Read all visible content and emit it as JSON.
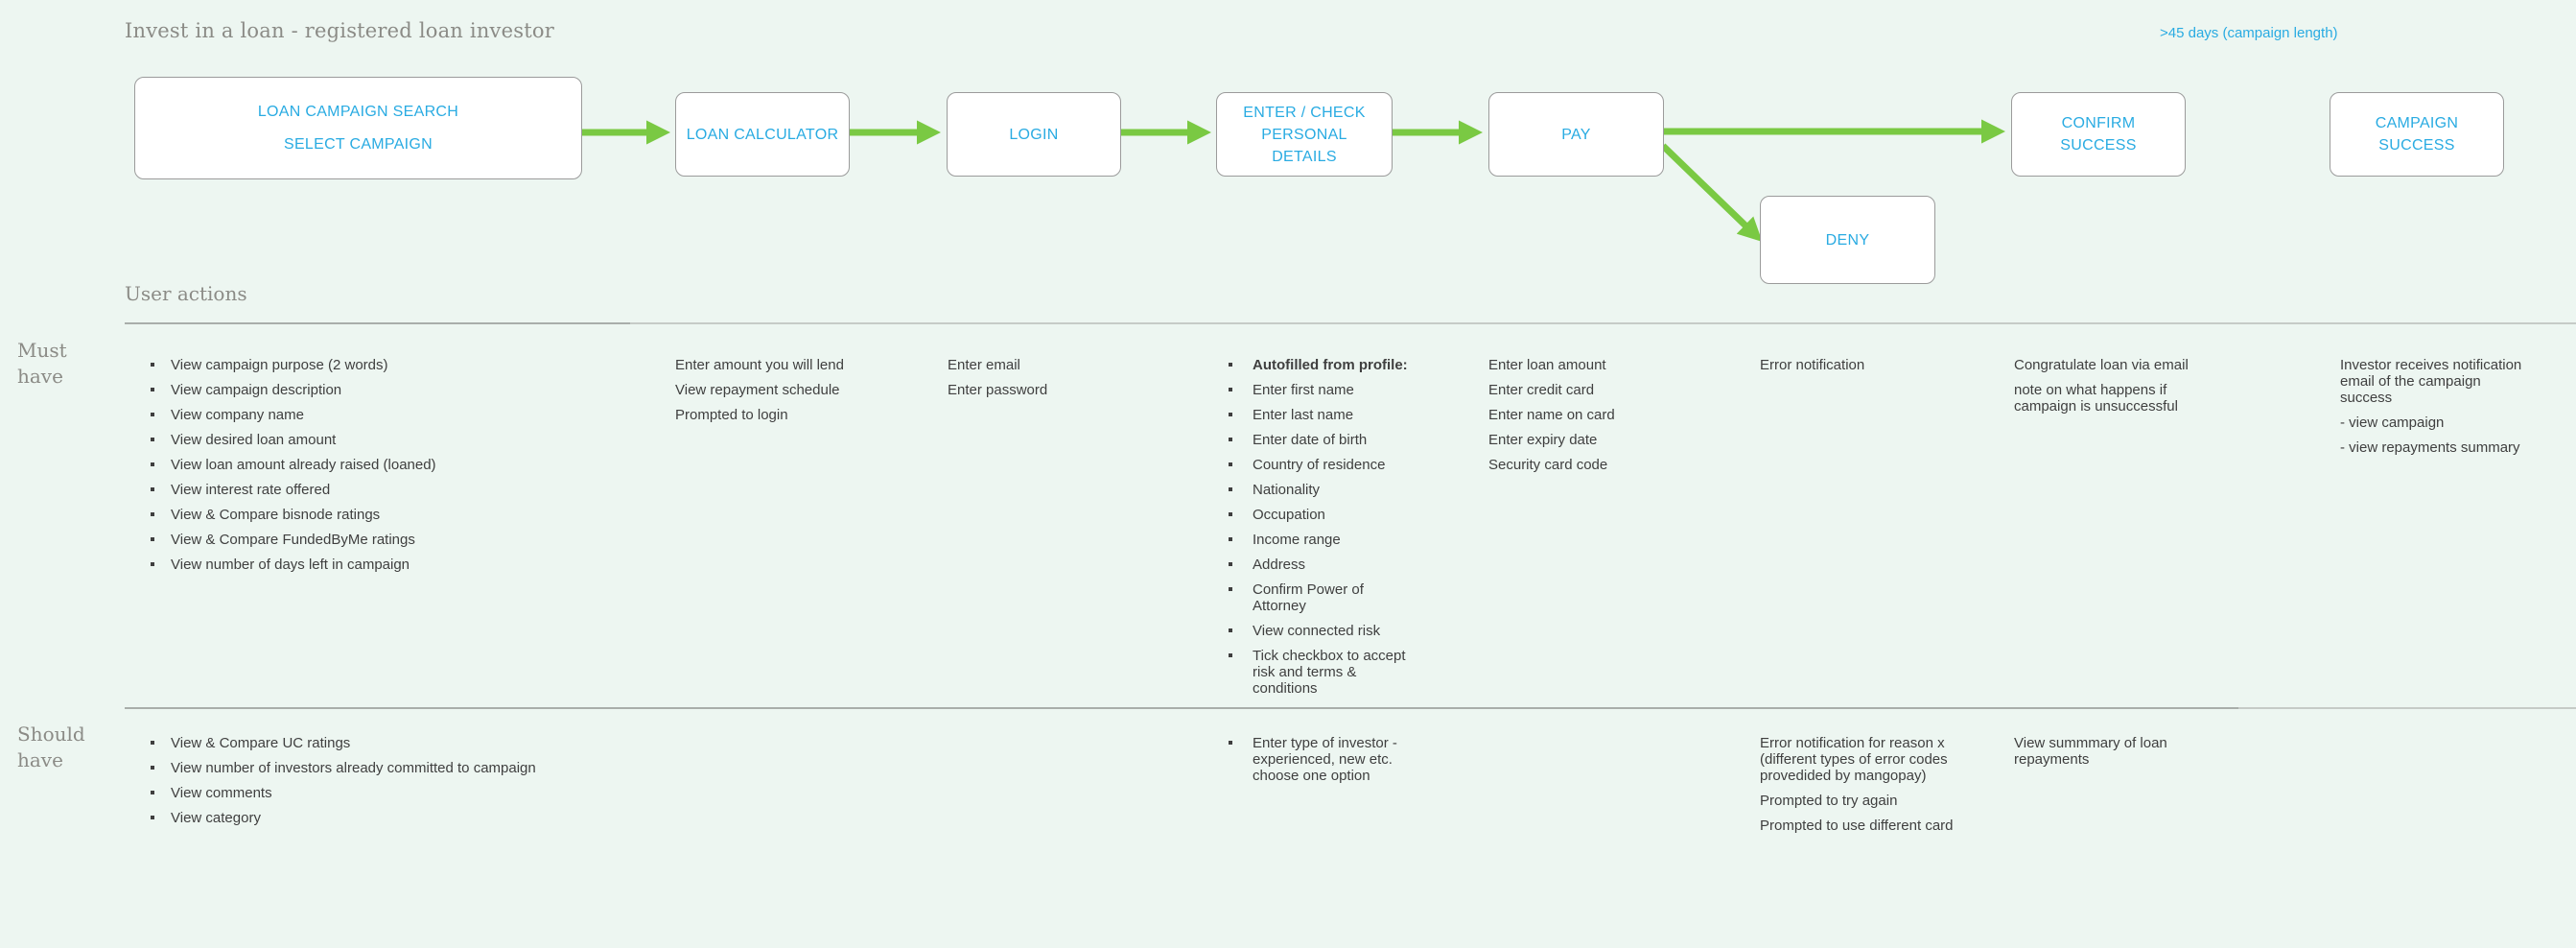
{
  "header": {
    "title": "Invest in a loan - registered loan investor",
    "campaign_length": ">45 days (campaign length)"
  },
  "colors": {
    "accent_blue": "#29ABE2",
    "accent_green": "#7AC943",
    "heading_gray": "#8B8B86",
    "body_text": "#3F3F3F",
    "background": "#EDF6F1"
  },
  "flow": {
    "boxes": [
      {
        "lines": [
          "LOAN CAMPAIGN SEARCH",
          "SELECT CAMPAIGN"
        ]
      },
      {
        "lines": [
          "LOAN CALCULATOR"
        ]
      },
      {
        "lines": [
          "LOGIN"
        ]
      },
      {
        "lines": [
          "ENTER / CHECK",
          "PERSONAL",
          "DETAILS"
        ]
      },
      {
        "lines": [
          "PAY"
        ]
      },
      {
        "lines": [
          "DENY"
        ]
      },
      {
        "lines": [
          "CONFIRM",
          "SUCCESS"
        ]
      },
      {
        "lines": [
          "CAMPAIGN",
          "SUCCESS"
        ]
      }
    ]
  },
  "user_actions": {
    "heading": "User actions",
    "must": {
      "label": [
        "Must",
        "have"
      ],
      "campaign_search": [
        "View campaign purpose (2 words)",
        "View campaign description",
        "View company name",
        "View desired loan amount",
        "View loan amount already raised (loaned)",
        "View interest rate offered",
        "View & Compare bisnode ratings",
        "View & Compare FundedByMe ratings",
        "View number of days left in campaign"
      ],
      "loan_calculator": [
        "Enter amount you will lend",
        "View repayment schedule",
        "Prompted to login"
      ],
      "login": [
        "Enter email",
        "Enter password"
      ],
      "personal_details": [
        "Autofilled from profile:",
        "Enter first name",
        "Enter last name",
        "Enter date of birth",
        "Country of residence",
        "Nationality",
        "Occupation",
        "Income range",
        "Address",
        "Confirm Power of Attorney",
        "View connected risk",
        "Tick checkbox to accept risk and terms & conditions"
      ],
      "pay": [
        "Enter loan amount",
        "Enter credit card",
        "Enter name on card",
        "Enter expiry date",
        "Security card code"
      ],
      "deny": [
        "Error notification"
      ],
      "confirm_success": [
        "Congratulate loan via email",
        "note on what happens if campaign is unsuccessful"
      ],
      "campaign_success": [
        "Investor receives notification email of the campaign success",
        "- view campaign",
        "- view repayments summary"
      ]
    },
    "should": {
      "label": [
        "Should",
        "have"
      ],
      "campaign_search": [
        "View & Compare UC ratings",
        "View number of investors already committed to campaign",
        "View comments",
        "View category"
      ],
      "personal_details": [
        "Enter type of investor - experienced, new etc. choose one option"
      ],
      "deny": [
        "Error notification for reason x (different types of error codes provedided by mangopay)",
        "Prompted to try again",
        "Prompted to use different card"
      ],
      "confirm_success": [
        "View summmary of loan repayments"
      ]
    }
  }
}
